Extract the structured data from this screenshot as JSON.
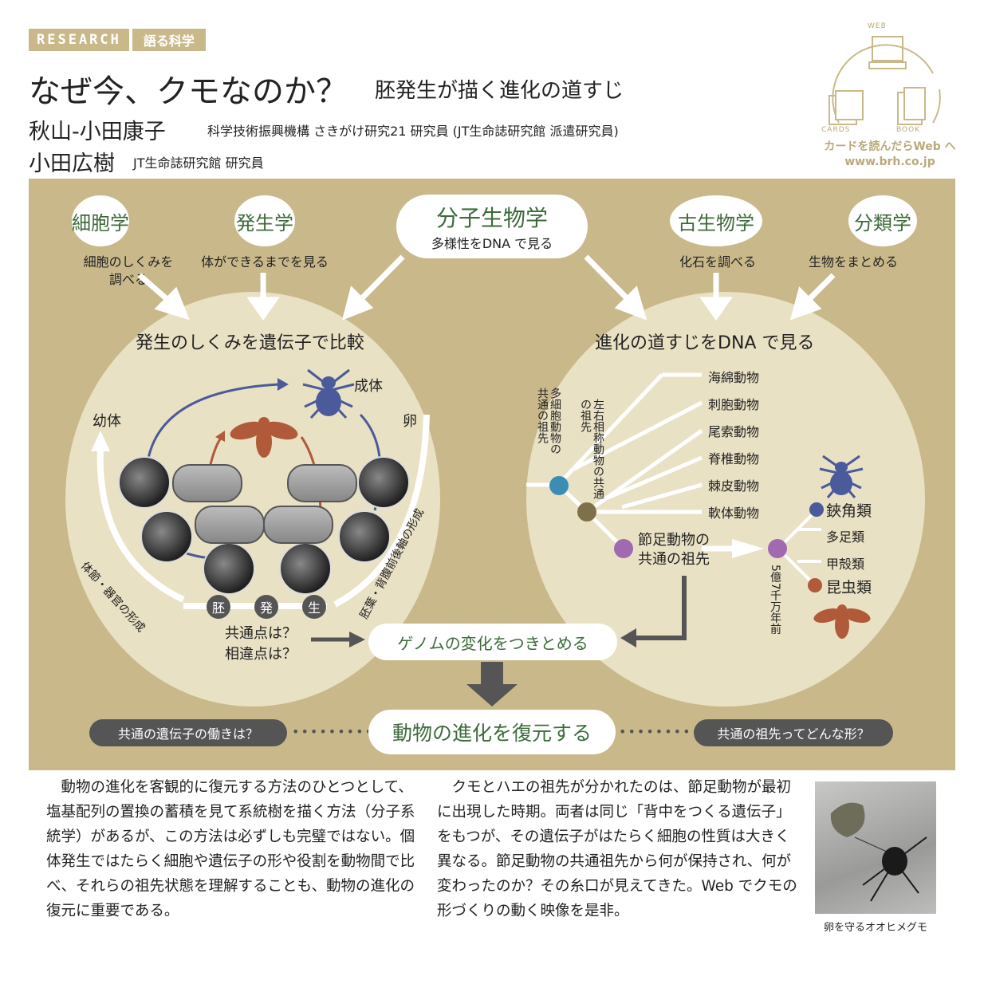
{
  "header": {
    "tag_research": "RESEARCH",
    "tag_kind": "語る科学",
    "title": "なぜ今、クモなのか？",
    "subtitle": "胚発生が描く進化の道すじ",
    "author1_name": "秋山-小田康子",
    "author1_affil": "科学技術振興機構 さきがけ研究21 研究員 (JT生命誌研究館 派遣研究員)",
    "author2_name": "小田広樹",
    "author2_affil": "JT生命誌研究館 研究員"
  },
  "logo": {
    "web": "WEB",
    "cards": "CARDS",
    "book": "BOOK",
    "caption1": "カードを読んだらWeb へ",
    "caption2": "www.brh.co.jp"
  },
  "diagram": {
    "fields": [
      {
        "name": "細胞学",
        "desc": "細胞のしくみを\n調べる"
      },
      {
        "name": "発生学",
        "desc": "体ができるまでを見る"
      },
      {
        "name": "古生物学",
        "desc": "化石を調べる"
      },
      {
        "name": "分類学",
        "desc": "生物をまとめる"
      }
    ],
    "center_field": {
      "name": "分子生物学",
      "desc": "多様性をDNA で見る"
    },
    "left_heading": "発生のしくみを遺伝子で比較",
    "right_heading": "進化の道すじをDNA で見る",
    "cycle": {
      "adult": "成体",
      "larva": "幼体",
      "egg": "卵",
      "left_arc": "体節・器官の形成",
      "right_arc": "胚葉・背腹前後軸の形成",
      "stages": [
        "胚",
        "発",
        "生"
      ]
    },
    "question": "共通点は？\n相違点は？",
    "genome_pill": "ゲノムの変化をつきとめる",
    "tree": {
      "taxa": [
        "海綿動物",
        "刺胞動物",
        "尾索動物",
        "脊椎動物",
        "棘皮動物",
        "軟体動物"
      ],
      "node1": "多細胞動物の共通の祖先",
      "node2": "左右相称動物の共通の祖先",
      "arthropod": "節足動物の\n共通の祖先",
      "time": "5億7千万年前",
      "groups": [
        "鋏角類",
        "多足類",
        "甲殻類",
        "昆虫類"
      ]
    },
    "colors": {
      "node1": "#3a8db5",
      "node2": "#7e7048",
      "arthropod": "#a06ab0",
      "spider": "#4a5a9a",
      "insect": "#b05a3a"
    },
    "bottom_left": "共通の遺伝子の働きは？",
    "bottom_center": "動物の進化を復元する",
    "bottom_right": "共通の祖先ってどんな形？"
  },
  "body": {
    "col1": "　動物の進化を客観的に復元する方法のひとつとして、塩基配列の置換の蓄積を見て系統樹を描く方法（分子系統学）があるが、この方法は必ずしも完璧ではない。個体発生ではたらく細胞や遺伝子の形や役割を動物間で比べ、それらの祖先状態を理解することも、動物の進化の復元に重要である。",
    "col2": "　クモとハエの祖先が分かれたのは、節足動物が最初に出現した時期。両者は同じ「背中をつくる遺伝子」をもつが、その遺伝子がはたらく細胞の性質は大きく異なる。節足動物の共通祖先から何が保持され、何が変わったのか？その糸口が見えてきた。Web でクモの形づくりの動く映像を是非。",
    "photo_caption": "卵を守るオオヒメグモ"
  }
}
